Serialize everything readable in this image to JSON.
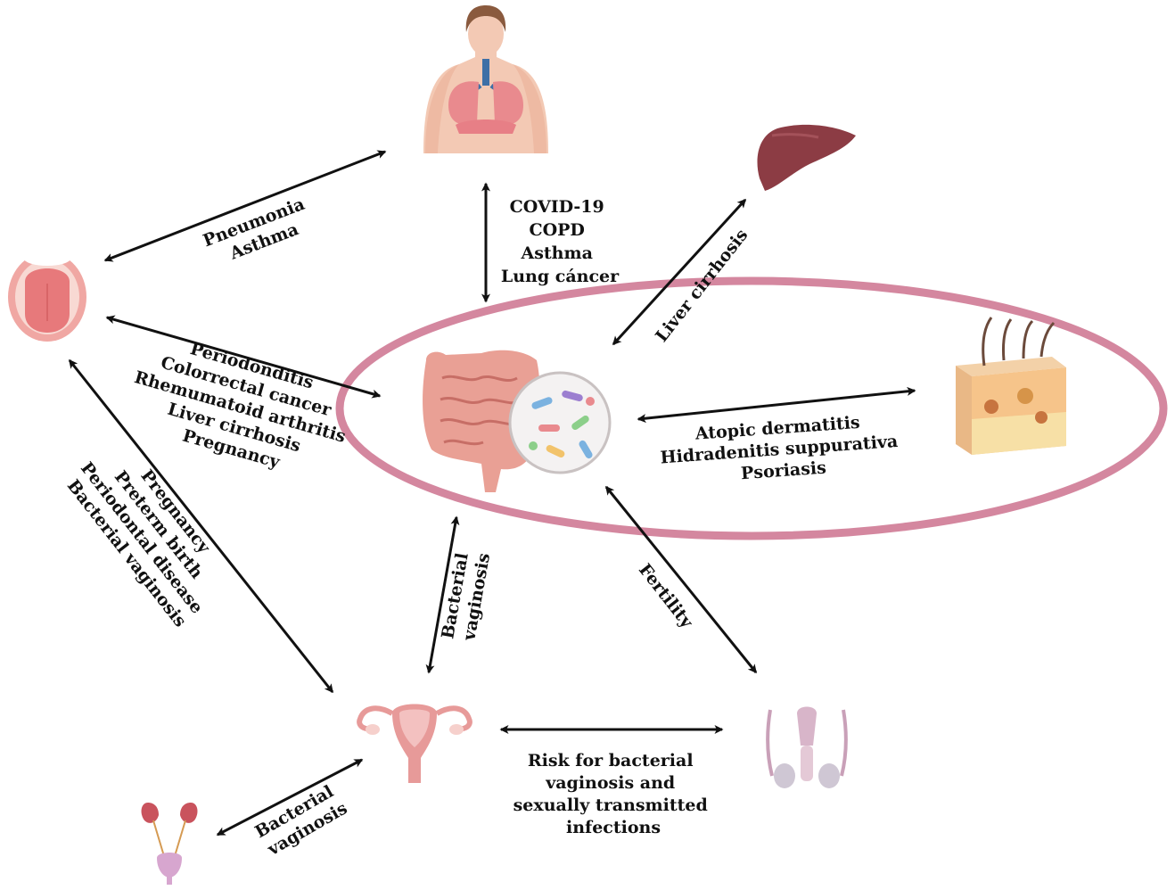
{
  "colors": {
    "arrow": "#111111",
    "highlight_ellipse": "#d4879f",
    "skin": "#f3c9b4",
    "lung": "#e98a8e",
    "liver": "#8c3c44",
    "mouth_outer": "#f0a7a3",
    "tongue": "#e7797b",
    "gut": "#e9a095",
    "microbe_bg": "#f4f2f2",
    "uterus": "#e79a99",
    "kidney": "#c9535d",
    "bladder": "#d7a6cf",
    "male_repro": "#d8b5c9"
  },
  "icons": {
    "lungs": "human-lungs-icon",
    "liver": "liver-icon",
    "mouth": "oral-cavity-icon",
    "gut": "gut-microbiome-icon",
    "skin": "skin-layers-icon",
    "female": "female-reproductive-icon",
    "male": "male-reproductive-icon",
    "urinary": "urinary-tract-icon"
  },
  "labels": {
    "mouth_lungs": [
      "Pneumonia",
      "Asthma"
    ],
    "gut_lungs": [
      "COVID-19",
      "COPD",
      "Asthma",
      "Lung cáncer"
    ],
    "gut_liver": [
      "Liver cirrhosis"
    ],
    "mouth_gut": [
      "Periodonditis",
      "Colorrectal cancer",
      "Rhemumatoid arthritis",
      "Liver cirrhosis",
      "Pregnancy"
    ],
    "gut_skin": [
      "Atopic dermatitis",
      "Hidradenitis suppurativa",
      "Psoriasis"
    ],
    "mouth_female": [
      "Pregnancy",
      "Preterm birth",
      "Periodontal disease",
      "Bacterial vaginosis"
    ],
    "gut_female": [
      "Bacterial",
      "vaginosis"
    ],
    "gut_male": [
      "Fertility"
    ],
    "female_male": [
      "Risk for bacterial",
      "vaginosis and",
      "sexually transmitted",
      "infections"
    ],
    "urinary_female": [
      "Bacterial",
      "vaginosis"
    ]
  }
}
